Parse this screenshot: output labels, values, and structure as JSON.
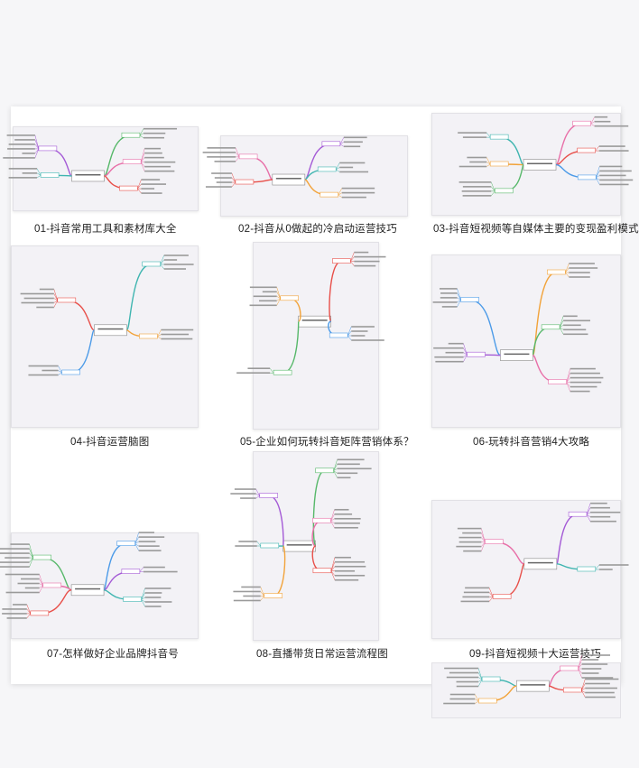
{
  "gallery": {
    "items": [
      {
        "caption": "01-抖音常用工具和素材库大全",
        "layout": "wide"
      },
      {
        "caption": "02-抖音从0做起的冷启动运营技巧",
        "layout": "wide"
      },
      {
        "caption": "03-抖音短视频等自媒体主要的变现盈利模式",
        "layout": "wide"
      },
      {
        "caption": "04-抖音运营脑图",
        "layout": "tall"
      },
      {
        "caption": "05-企业如何玩转抖音矩阵营销体系？",
        "layout": "tall"
      },
      {
        "caption": "06-玩转抖音营销4大攻略",
        "layout": "tall"
      },
      {
        "caption": "07-怎样做好企业品牌抖音号",
        "layout": "wide"
      },
      {
        "caption": "08-直播带货日常运营流程图",
        "layout": "tall"
      },
      {
        "caption": "09-抖音短视频十大运营技巧",
        "layout": "tall"
      }
    ],
    "colors": {
      "branches": [
        "#e8504a",
        "#f2a33a",
        "#4c9be8",
        "#57b86a",
        "#a45ad6",
        "#e86fa8",
        "#3fb5b0"
      ],
      "thumb_bg": "#f3f2f6",
      "panel_bg": "#ffffff",
      "page_bg": "#f6f6f8"
    }
  }
}
